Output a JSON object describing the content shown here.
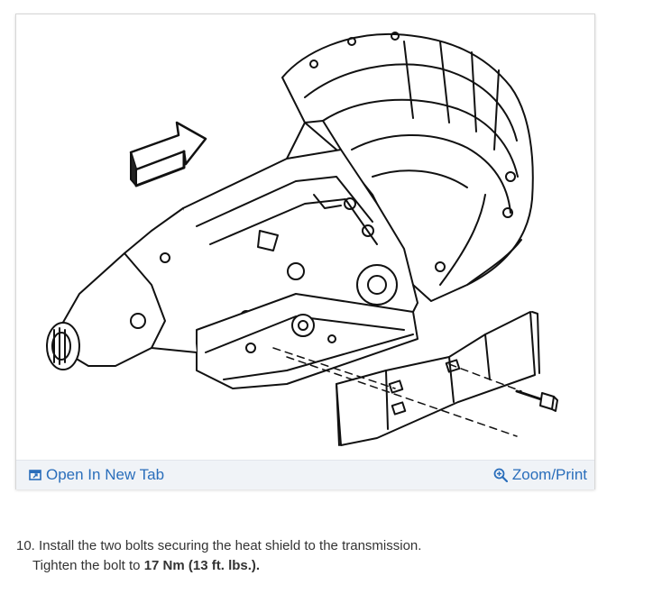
{
  "figure": {
    "open_tab_label": "Open In New Tab",
    "zoom_label": "Zoom/Print",
    "open_tab_icon": "open-new-tab-icon",
    "zoom_icon": "magnifier-icon",
    "accent_color": "#2a6ebb"
  },
  "step": {
    "number": "10.",
    "text": "Install the two bolts securing the heat shield to the transmission.",
    "tighten_prefix": "Tighten the bolt to",
    "torque": "17 Nm (13 ft. lbs.)."
  }
}
